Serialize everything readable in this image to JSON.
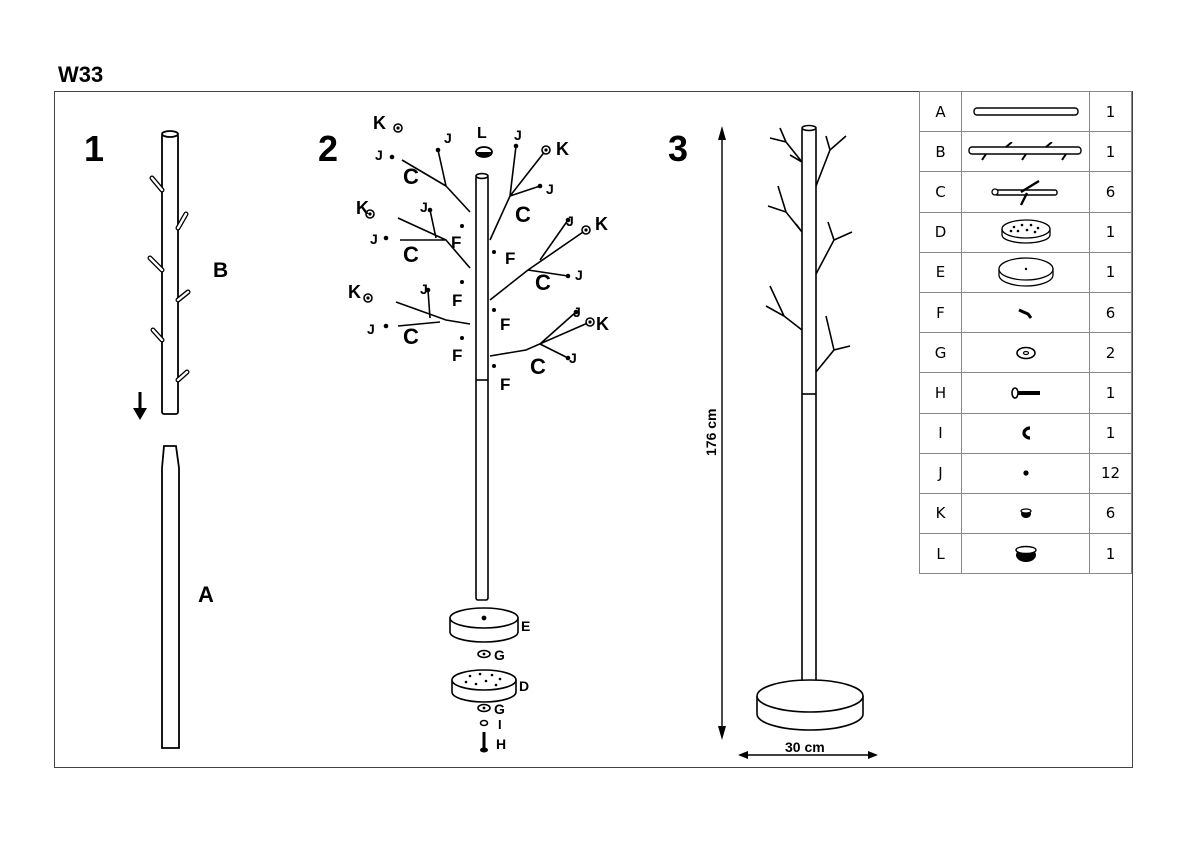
{
  "title": "W33",
  "steps": [
    {
      "number": "1",
      "labels": {
        "upper_pole": "B",
        "lower_pole": "A"
      }
    },
    {
      "number": "2",
      "labels": {
        "base": "E",
        "washer_top": "G",
        "foot": "D",
        "washer_bottom": "G",
        "clip": "I",
        "bolt": "H",
        "cap": "L",
        "branch": "C",
        "screw": "F",
        "pin": "J",
        "knob": "K"
      }
    },
    {
      "number": "3",
      "dimensions": {
        "height": "176 cm",
        "width": "30 cm"
      }
    }
  ],
  "parts": [
    {
      "letter": "A",
      "icon": "pole-icon",
      "qty": "1"
    },
    {
      "letter": "B",
      "icon": "hook-pole-icon",
      "qty": "1"
    },
    {
      "letter": "C",
      "icon": "branch-icon",
      "qty": "6"
    },
    {
      "letter": "D",
      "icon": "foot-disc-icon",
      "qty": "1"
    },
    {
      "letter": "E",
      "icon": "base-disc-icon",
      "qty": "1"
    },
    {
      "letter": "F",
      "icon": "screw-icon",
      "qty": "6"
    },
    {
      "letter": "G",
      "icon": "washer-icon",
      "qty": "2"
    },
    {
      "letter": "H",
      "icon": "bolt-icon",
      "qty": "1"
    },
    {
      "letter": "I",
      "icon": "clip-icon",
      "qty": "1"
    },
    {
      "letter": "J",
      "icon": "pin-icon",
      "qty": "12"
    },
    {
      "letter": "K",
      "icon": "knob-icon",
      "qty": "6"
    },
    {
      "letter": "L",
      "icon": "cap-icon",
      "qty": "1"
    }
  ]
}
